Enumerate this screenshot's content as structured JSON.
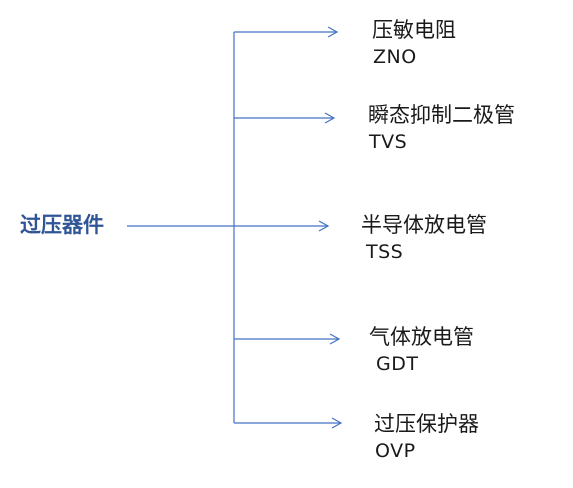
{
  "diagram": {
    "root": {
      "label": "过压器件"
    },
    "colors": {
      "line": "#4472c4",
      "root_text": "#2f5597",
      "branch_text": "#1a1a1a"
    },
    "branches": [
      {
        "name": "压敏电阻",
        "code": "ZNO"
      },
      {
        "name": "瞬态抑制二极管",
        "code": "TVS"
      },
      {
        "name": "半导体放电管",
        "code": "TSS"
      },
      {
        "name": "气体放电管",
        "code": "GDT"
      },
      {
        "name": "过压保护器",
        "code": "OVP"
      }
    ]
  }
}
